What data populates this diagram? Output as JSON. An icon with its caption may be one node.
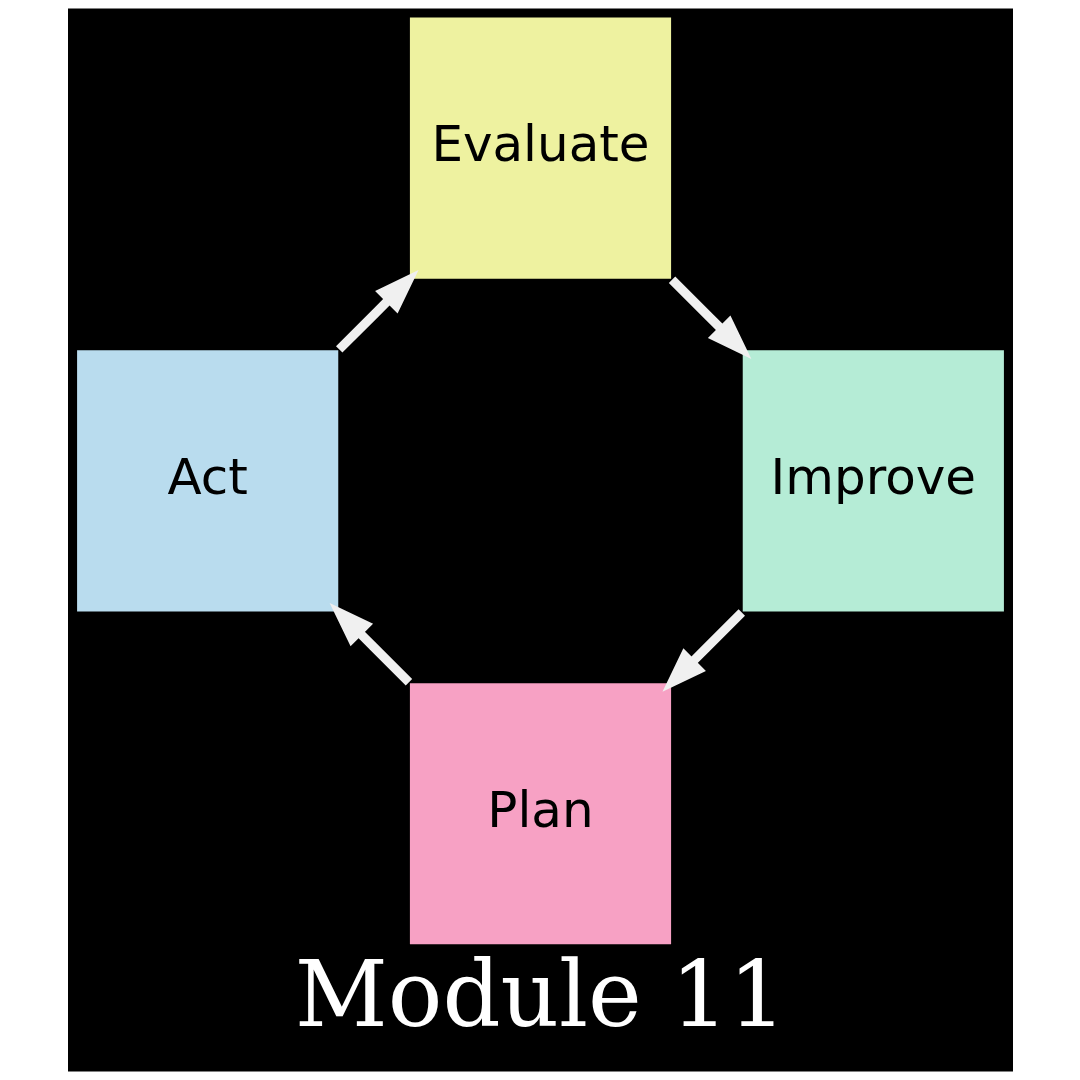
{
  "diagram": {
    "caption": "Module 11",
    "nodes": [
      {
        "text": [
          "Plan"
        ]
      },
      {
        "text": [
          "Act"
        ]
      },
      {
        "text": [
          "Evaluate"
        ]
      },
      {
        "text": [
          "Improve"
        ]
      }
    ],
    "edges": [
      {
        "from": 0,
        "to": 1,
        "arrow": "to"
      },
      {
        "from": 1,
        "to": 2,
        "arrow": "to"
      },
      {
        "from": 2,
        "to": 3,
        "arrow": "to"
      },
      {
        "from": 3,
        "to": 0,
        "arrow": "to"
      }
    ]
  }
}
